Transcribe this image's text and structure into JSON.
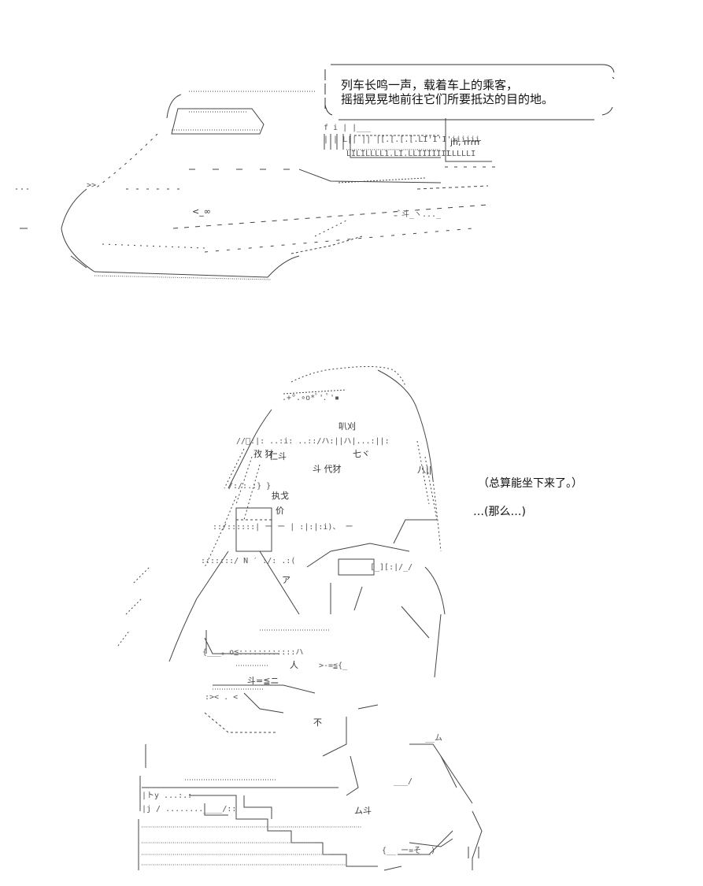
{
  "narration": {
    "line1": "列车长鸣一声，载着车上的乘客，",
    "line2": "摇摇晃晃地前往它们所要抵达的目的地。"
  },
  "thoughts": {
    "line1": "（总算能坐下来了。）",
    "line2": "…(那么…)"
  },
  "art_text": {
    "train_fragment_1": "jfi, rrrrr",
    "train_fragment_2": "<_∞",
    "girl_fragment_1": "斗 代犲",
    "girl_fragment_2": "仁斗",
    "girl_fragment_3": "孜 犲",
    "girl_fragment_4": "七ヾ",
    "girl_fragment_5": "八||",
    "girl_fragment_6": "叭刈",
    "girl_fragment_7": "执戈",
    "girl_fragment_8": "价",
    "girl_fragment_9": "不",
    "girl_fragment_10": "ム斗",
    "girl_fragment_11": "斗=≦ニ",
    "girl_fragment_12": "人",
    "girl_fragment_13": "ア"
  }
}
